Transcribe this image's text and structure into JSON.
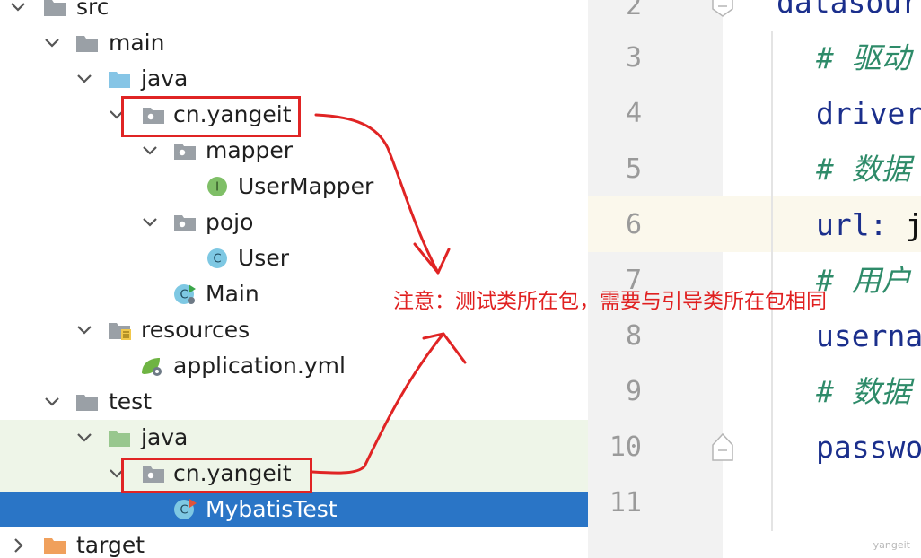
{
  "project_tree": {
    "items": [
      {
        "label": "src",
        "icon": "folder-icon",
        "expanded": true
      },
      {
        "label": "main",
        "icon": "folder-icon",
        "expanded": true
      },
      {
        "label": "java",
        "icon": "source-root-folder-icon",
        "expanded": true
      },
      {
        "label": "cn.yangeit",
        "icon": "package-icon",
        "expanded": true
      },
      {
        "label": "mapper",
        "icon": "package-icon",
        "expanded": true
      },
      {
        "label": "UserMapper",
        "icon": "interface-icon",
        "badge": "I"
      },
      {
        "label": "pojo",
        "icon": "package-icon",
        "expanded": true
      },
      {
        "label": "User",
        "icon": "class-icon",
        "badge": "C"
      },
      {
        "label": "Main",
        "icon": "spring-boot-main-class-icon",
        "badge": "C"
      },
      {
        "label": "resources",
        "icon": "resources-folder-icon",
        "expanded": true
      },
      {
        "label": "application.yml",
        "icon": "spring-config-file-icon"
      },
      {
        "label": "test",
        "icon": "folder-icon",
        "expanded": true
      },
      {
        "label": "java",
        "icon": "test-source-root-folder-icon",
        "expanded": true
      },
      {
        "label": "cn.yangeit",
        "icon": "package-icon",
        "expanded": true
      },
      {
        "label": "MybatisTest",
        "icon": "class-icon",
        "badge": "C",
        "selected": true
      },
      {
        "label": "target",
        "icon": "excluded-folder-icon",
        "expanded": false
      }
    ]
  },
  "editor": {
    "line_numbers": [
      "2",
      "3",
      "4",
      "5",
      "6",
      "7",
      "8",
      "9",
      "10",
      "11"
    ],
    "lines": [
      {
        "text": "datasour",
        "type": "key"
      },
      {
        "text": "# 驱动",
        "type": "comment"
      },
      {
        "text": "driver",
        "type": "key"
      },
      {
        "text": "# 数据",
        "type": "comment"
      },
      {
        "text": "url: ",
        "type": "key",
        "suffix": "j"
      },
      {
        "text": "# 用户",
        "type": "comment"
      },
      {
        "text": "userna",
        "type": "key"
      },
      {
        "text": "# 数据",
        "type": "comment"
      },
      {
        "text": "passwo",
        "type": "key"
      },
      {
        "text": "",
        "type": "key"
      }
    ],
    "current_line": "6"
  },
  "annotation": {
    "text": "注意：测试类所在包，需要与引导类所在包相同",
    "color": "#e02020"
  },
  "watermark": "yangeit",
  "colors": {
    "selection": "#2a75c6",
    "test_band": "#eef5e8",
    "comment": "#2e8b69",
    "key": "#1b2f8c",
    "source_folder": "#86c5e6",
    "test_folder": "#98c78e",
    "excluded_folder": "#f0a05c"
  }
}
